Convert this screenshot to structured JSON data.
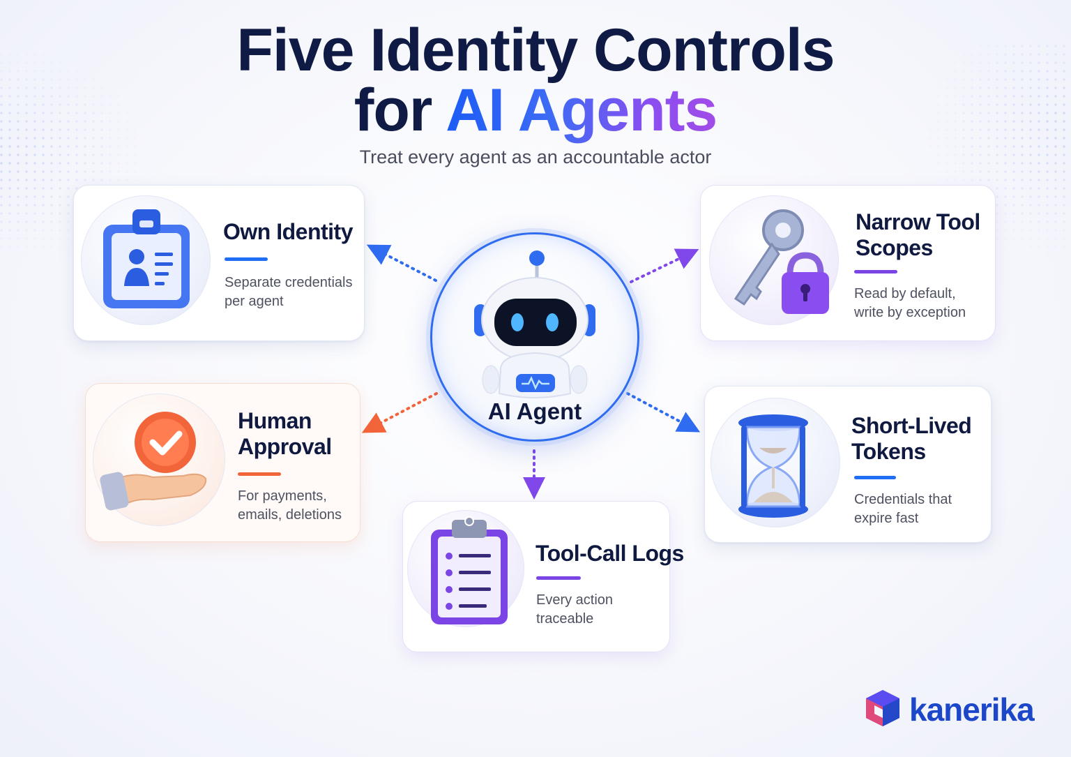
{
  "header": {
    "title_line1": "Five Identity Controls",
    "title_line2_prefix": "for",
    "title_line2_highlight": "AI Agents",
    "subtitle": "Treat every agent as an accountable actor"
  },
  "hub": {
    "label": "AI Agent",
    "icon": "robot-icon"
  },
  "controls": [
    {
      "title": "Own Identity",
      "description_line1": "Separate credentials",
      "description_line2": "per agent",
      "icon": "id-badge-icon",
      "accent": "#1f6ef5"
    },
    {
      "title_line1": "Narrow Tool",
      "title_line2": "Scopes",
      "description_line1": "Read by default,",
      "description_line2": "write by exception",
      "icon": "key-lock-icon",
      "accent": "#7b45e6"
    },
    {
      "title_line1": "Human",
      "title_line2": "Approval",
      "description_line1": "For payments,",
      "description_line2": "emails, deletions",
      "icon": "hand-approval-icon",
      "accent": "#f2643a"
    },
    {
      "title_line1": "Short-Lived",
      "title_line2": "Tokens",
      "description_line1": "Credentials that",
      "description_line2": "expire fast",
      "icon": "hourglass-icon",
      "accent": "#1f6ef5"
    },
    {
      "title": "Tool-Call Logs",
      "description_line1": "Every action",
      "description_line2": "traceable",
      "icon": "clipboard-icon",
      "accent": "#7b45e6"
    }
  ],
  "brand": {
    "name": "kanerika",
    "icon": "kanerika-cube-logo-icon"
  },
  "colors": {
    "navy": "#0f1b45",
    "blue": "#1f6ef5",
    "purple": "#7b45e6",
    "orange": "#f2643a"
  }
}
